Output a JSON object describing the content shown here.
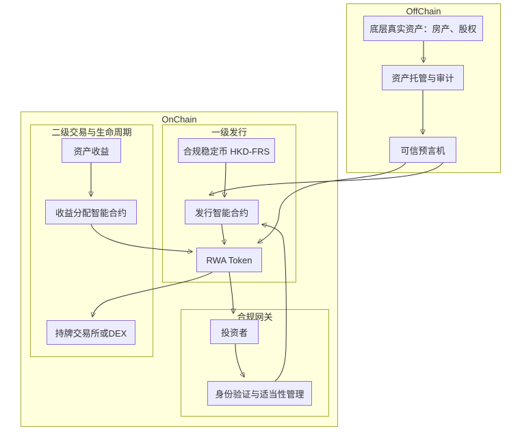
{
  "diagram": {
    "colors": {
      "node_fill": "#ececff",
      "node_border": "#9370db",
      "cluster_fill": "#ffffde",
      "cluster_border": "#aaaa33",
      "edge": "#333333",
      "text": "#333333",
      "page_background": "#ffffff"
    },
    "offchain": {
      "title": "OffChain",
      "nodes": {
        "asset": "底层真实资产：房产、股权",
        "custody": "资产托管与审计",
        "oracle": "可信预言机"
      }
    },
    "onchain": {
      "title": "OnChain",
      "secondary": {
        "title": "二级交易与生命周期",
        "nodes": {
          "income": "资产收益",
          "distribution": "收益分配智能合约",
          "exchange": "持牌交易所或DEX"
        }
      },
      "primary": {
        "title": "一级发行",
        "nodes": {
          "stablecoin": "合规稳定币 HKD-FRS",
          "issuance": "发行智能合约",
          "token": "RWA Token"
        }
      },
      "gateway": {
        "title": "合规网关",
        "nodes": {
          "investor": "投资者",
          "kyc": "身份验证与适当性管理"
        }
      }
    },
    "edges": [
      {
        "from": "asset",
        "to": "custody"
      },
      {
        "from": "custody",
        "to": "oracle"
      },
      {
        "from": "oracle",
        "to": "issuance"
      },
      {
        "from": "oracle",
        "to": "token"
      },
      {
        "from": "stablecoin",
        "to": "issuance"
      },
      {
        "from": "issuance",
        "to": "token"
      },
      {
        "from": "income",
        "to": "distribution"
      },
      {
        "from": "distribution",
        "to": "token"
      },
      {
        "from": "token",
        "to": "exchange"
      },
      {
        "from": "token",
        "to": "investor"
      },
      {
        "from": "investor",
        "to": "kyc"
      },
      {
        "from": "kyc",
        "to": "issuance"
      }
    ]
  }
}
